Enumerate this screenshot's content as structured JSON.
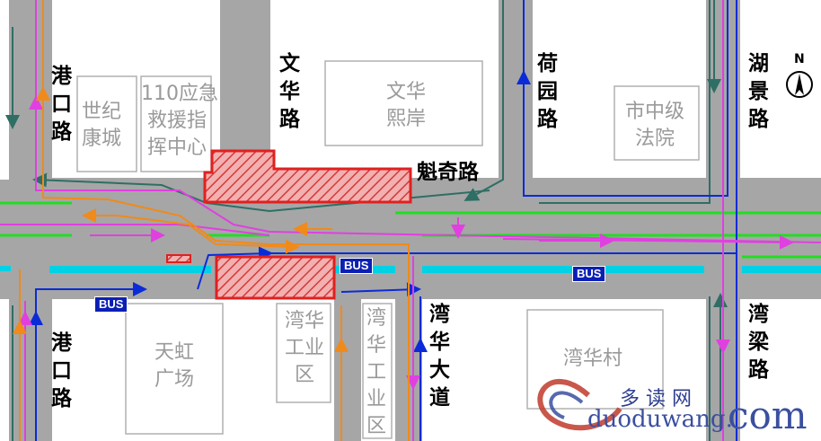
{
  "roads": {
    "ganggu_north": "港\n口\n路",
    "ganggu_south": "港\n口\n路",
    "wenhua": "文\n华\n路",
    "kuiqi": "魁奇路",
    "heyuan": "荷\n园\n路",
    "hujing": "湖\n景\n路",
    "wanhua_avenue": "湾\n华\n大\n道",
    "wanliang": "湾\n梁\n路"
  },
  "areas": {
    "shiji": "世纪\n康城",
    "rescue_center": "110应急\n救援指\n挥中心",
    "wenhua_xian": "文华\n熙岸",
    "court": "市中级\n法院",
    "tianhong": "天虹\n广场",
    "industrial_1": "湾华\n工业\n区",
    "industrial_2": "湾\n华\n工\n业\n区",
    "wanhua_village": "湾华村"
  },
  "bus_labels": {
    "bus_1": "BUS",
    "bus_2": "BUS",
    "bus_3": "BUS"
  },
  "compass": {
    "north": "N"
  },
  "watermark": {
    "cn": "多  读  网",
    "domain": "duoduwang.",
    "suffix": "com"
  },
  "colors": {
    "road": "#a6a6a6",
    "block": "#ffffff",
    "bus_lane": "#00d2e6",
    "green_line": "#22dd22",
    "blue_route": "#0b2bd8",
    "magenta_route": "#e040e0",
    "orange_route": "#f08a1a",
    "teal_route": "#2f6e64",
    "construction": "#e02020"
  }
}
